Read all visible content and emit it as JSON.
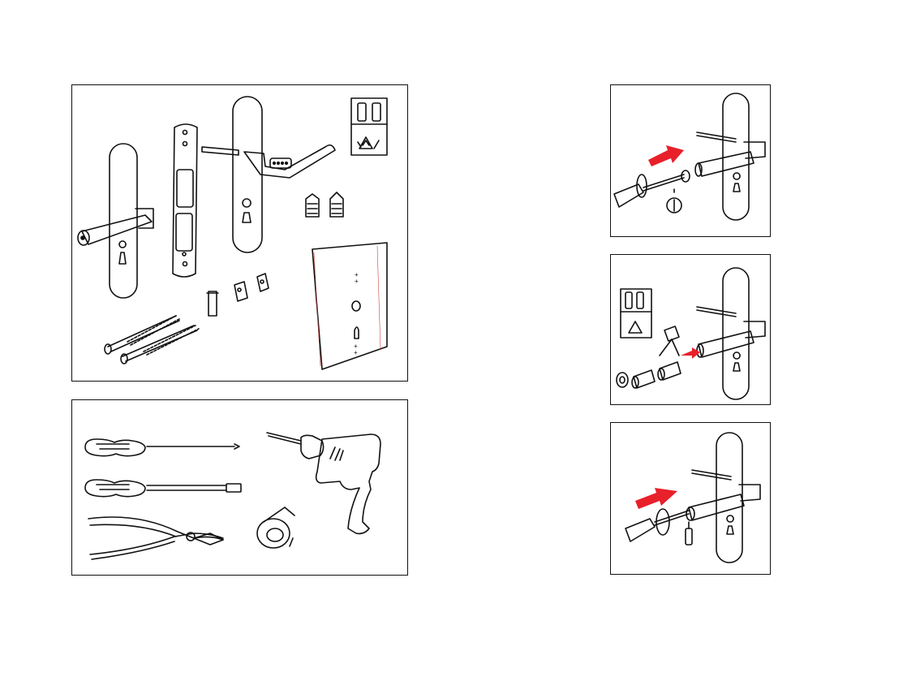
{
  "page": {
    "background": "#ffffff"
  },
  "colors": {
    "arrow": "#e8202a",
    "line": "#111111",
    "tag": "#000000"
  },
  "panels": {
    "contents": {
      "tag": "",
      "icons": [
        "handle-left-icon",
        "backplate-icon",
        "handle-keypad-icon",
        "battery-recycle-icon",
        "wall-plug-icon",
        "screw-icon",
        "spacer-icon",
        "template-sheet-icon"
      ]
    },
    "tools": {
      "tag": "",
      "icons": [
        "screwdriver-torx-icon",
        "screwdriver-hex-icon",
        "pliers-icon",
        "drill-icon",
        "tape-roll-icon"
      ]
    },
    "step1": {
      "tag": "",
      "arrow_direction": "left",
      "icons": [
        "handle-keypad-icon",
        "screwdriver-icon",
        "bit-icon",
        "rotate-arrow-icon"
      ]
    },
    "step2": {
      "tag": "",
      "arrow_direction": "right",
      "icons": [
        "battery-recycle-icon",
        "battery-icon",
        "cap-icon",
        "handle-keypad-icon"
      ]
    },
    "step3": {
      "tag": "",
      "arrow_direction": "right",
      "icons": [
        "handle-keypad-icon",
        "screwdriver-icon",
        "bit-icon",
        "rotate-arrow-icon"
      ]
    }
  }
}
